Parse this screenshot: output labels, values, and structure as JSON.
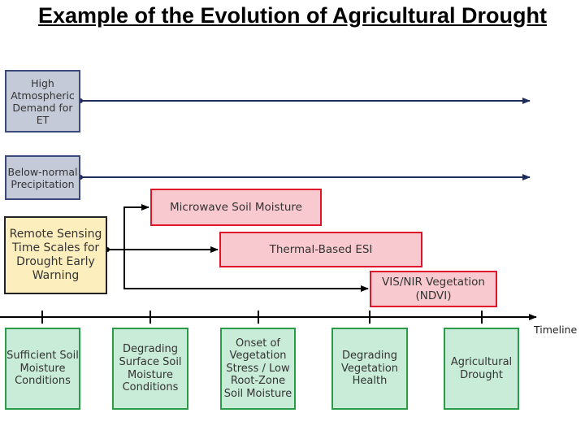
{
  "title": "Example of the Evolution of Agricultural Drought",
  "drivers": [
    {
      "label": "High Atmospheric Demand for ET"
    },
    {
      "label": "Below-normal Precipitation"
    }
  ],
  "early_warning": {
    "label": "Remote Sensing Time Scales for Drought Early Warning"
  },
  "tools": [
    {
      "label": "Microwave Soil Moisture"
    },
    {
      "label": "Thermal-Based ESI"
    },
    {
      "label": "VIS/NIR Vegetation (NDVI)"
    }
  ],
  "timeline_label": "Timeline",
  "stages": [
    {
      "label": "Sufficient Soil Moisture Conditions"
    },
    {
      "label": "Degrading Surface Soil Moisture Conditions"
    },
    {
      "label": "Onset of Vegetation Stress / Low Root-Zone Soil Moisture"
    },
    {
      "label": "Degrading Vegetation Health"
    },
    {
      "label": "Agricultural Drought"
    }
  ],
  "colors": {
    "driver_fill": "#c5cad9",
    "driver_border": "#3b4a7a",
    "early_fill": "#fdefbd",
    "tool_fill": "#f8c9ce",
    "tool_border": "#e0142b",
    "stage_fill": "#c8ecd8",
    "stage_border": "#2a9b48",
    "driver_arrow": "#1f2d5c"
  }
}
